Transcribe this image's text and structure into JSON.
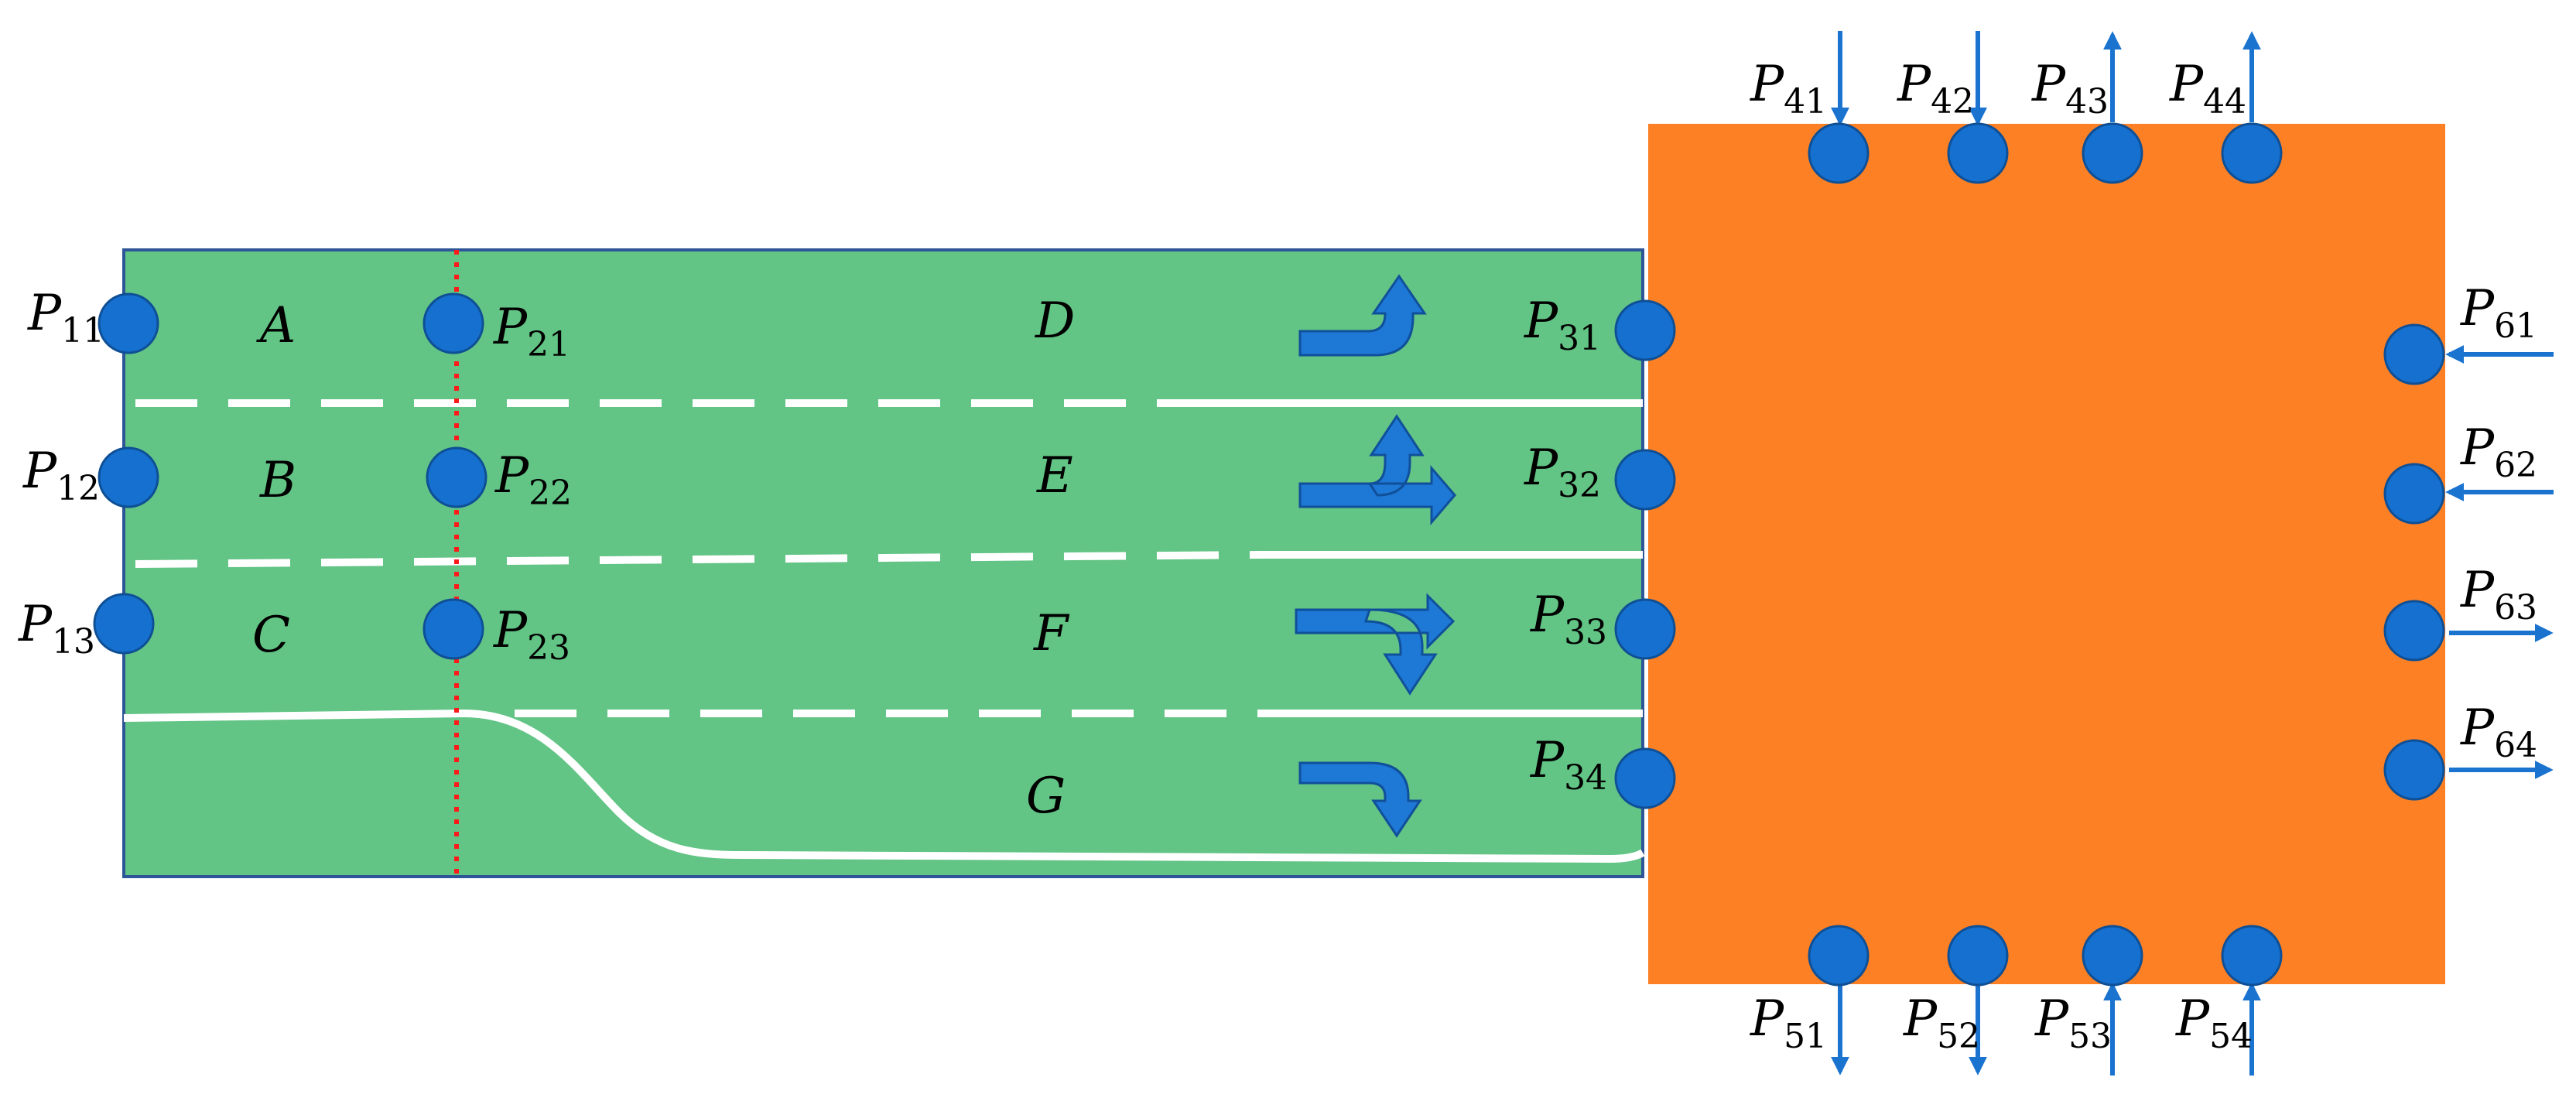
{
  "colors": {
    "road": "#62c485",
    "road_border": "#2e5597",
    "intersection": "#fd8124",
    "node": "#1670cf",
    "node_border": "#0e4f95",
    "lane_marking": "#ffffff",
    "stop_line": "#ff1a1a",
    "arrow": "#1e78d6",
    "arrow_border": "#10509a",
    "flow_arrow": "#1a73cf"
  },
  "lanes": [
    {
      "id": "A",
      "label": "A"
    },
    {
      "id": "B",
      "label": "B"
    },
    {
      "id": "C",
      "label": "C"
    },
    {
      "id": "D",
      "label": "D"
    },
    {
      "id": "E",
      "label": "E"
    },
    {
      "id": "F",
      "label": "F"
    },
    {
      "id": "G",
      "label": "G"
    }
  ],
  "nodes": [
    {
      "id": "P11",
      "base": "P",
      "sub": "11"
    },
    {
      "id": "P12",
      "base": "P",
      "sub": "12"
    },
    {
      "id": "P13",
      "base": "P",
      "sub": "13"
    },
    {
      "id": "P21",
      "base": "P",
      "sub": "21"
    },
    {
      "id": "P22",
      "base": "P",
      "sub": "22"
    },
    {
      "id": "P23",
      "base": "P",
      "sub": "23"
    },
    {
      "id": "P31",
      "base": "P",
      "sub": "31"
    },
    {
      "id": "P32",
      "base": "P",
      "sub": "32"
    },
    {
      "id": "P33",
      "base": "P",
      "sub": "33"
    },
    {
      "id": "P34",
      "base": "P",
      "sub": "34"
    },
    {
      "id": "P41",
      "base": "P",
      "sub": "41"
    },
    {
      "id": "P42",
      "base": "P",
      "sub": "42"
    },
    {
      "id": "P43",
      "base": "P",
      "sub": "43"
    },
    {
      "id": "P44",
      "base": "P",
      "sub": "44"
    },
    {
      "id": "P51",
      "base": "P",
      "sub": "51"
    },
    {
      "id": "P52",
      "base": "P",
      "sub": "52"
    },
    {
      "id": "P53",
      "base": "P",
      "sub": "53"
    },
    {
      "id": "P54",
      "base": "P",
      "sub": "54"
    },
    {
      "id": "P61",
      "base": "P",
      "sub": "61"
    },
    {
      "id": "P62",
      "base": "P",
      "sub": "62"
    },
    {
      "id": "P63",
      "base": "P",
      "sub": "63"
    },
    {
      "id": "P64",
      "base": "P",
      "sub": "64"
    }
  ],
  "icons": {
    "lane_D": "left-turn-arrow-icon",
    "lane_E": "straight-and-left-arrow-icon",
    "lane_F": "straight-and-right-arrow-icon",
    "lane_G": "right-turn-arrow-icon"
  }
}
